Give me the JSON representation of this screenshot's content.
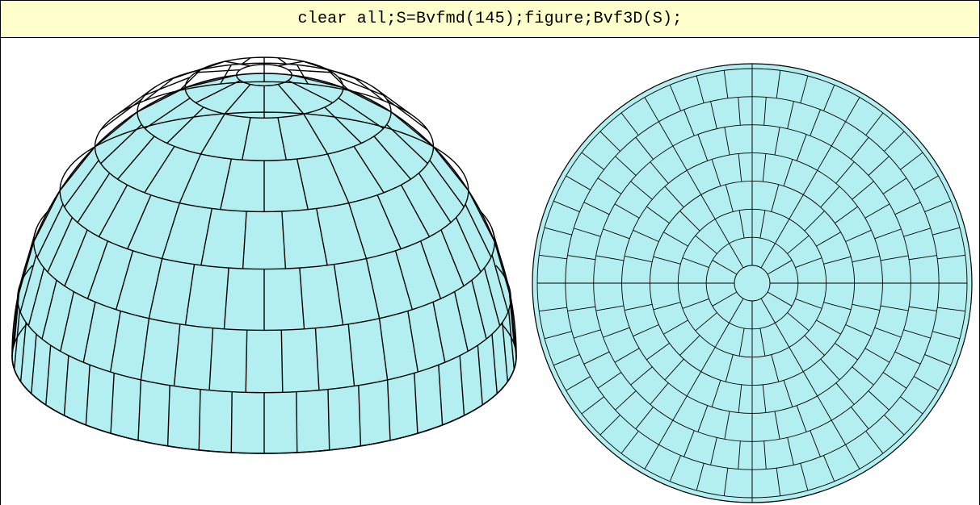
{
  "code": {
    "command": "clear all;S=Bvfmd(145);figure;Bvf3D(S);"
  },
  "colors": {
    "header_background": "#ffffcc",
    "surface_fill": "#b3eef0",
    "grid_line": "#000000",
    "background": "#ffffff"
  },
  "dome_3d_view": {
    "icon": "hemisphere-grid-icon",
    "rings": 7,
    "center_cap": true,
    "view": "oblique"
  },
  "dome_top_view": {
    "icon": "circular-grid-icon",
    "rings": 7,
    "center_cap": true,
    "view": "top"
  }
}
